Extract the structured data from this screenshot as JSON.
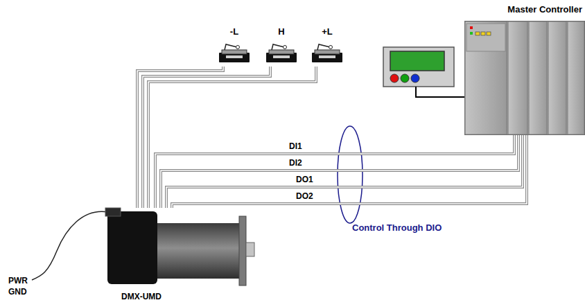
{
  "diagram": {
    "nodes": [
      {
        "text": [
          "-L"
        ]
      },
      {
        "text": [
          "H"
        ]
      },
      {
        "text": [
          "+L"
        ]
      },
      {
        "text": [
          "Master Controller"
        ]
      },
      {
        "text": [
          "DMX-UMD"
        ]
      }
    ],
    "edges": [
      {
        "from": 4,
        "to": 0,
        "arrow": "none"
      },
      {
        "from": 4,
        "to": 1,
        "arrow": "none"
      },
      {
        "from": 4,
        "to": 2,
        "arrow": "none"
      },
      {
        "from": 3,
        "to": 4,
        "label": "DI1",
        "arrow": "none"
      },
      {
        "from": 3,
        "to": 4,
        "label": "DI2",
        "arrow": "none"
      },
      {
        "from": 3,
        "to": 4,
        "label": "DO1",
        "arrow": "none"
      },
      {
        "from": 3,
        "to": 4,
        "label": "DO2",
        "arrow": "none"
      }
    ],
    "labels": [
      "Control Through DIO",
      "PWR",
      "GND"
    ]
  }
}
